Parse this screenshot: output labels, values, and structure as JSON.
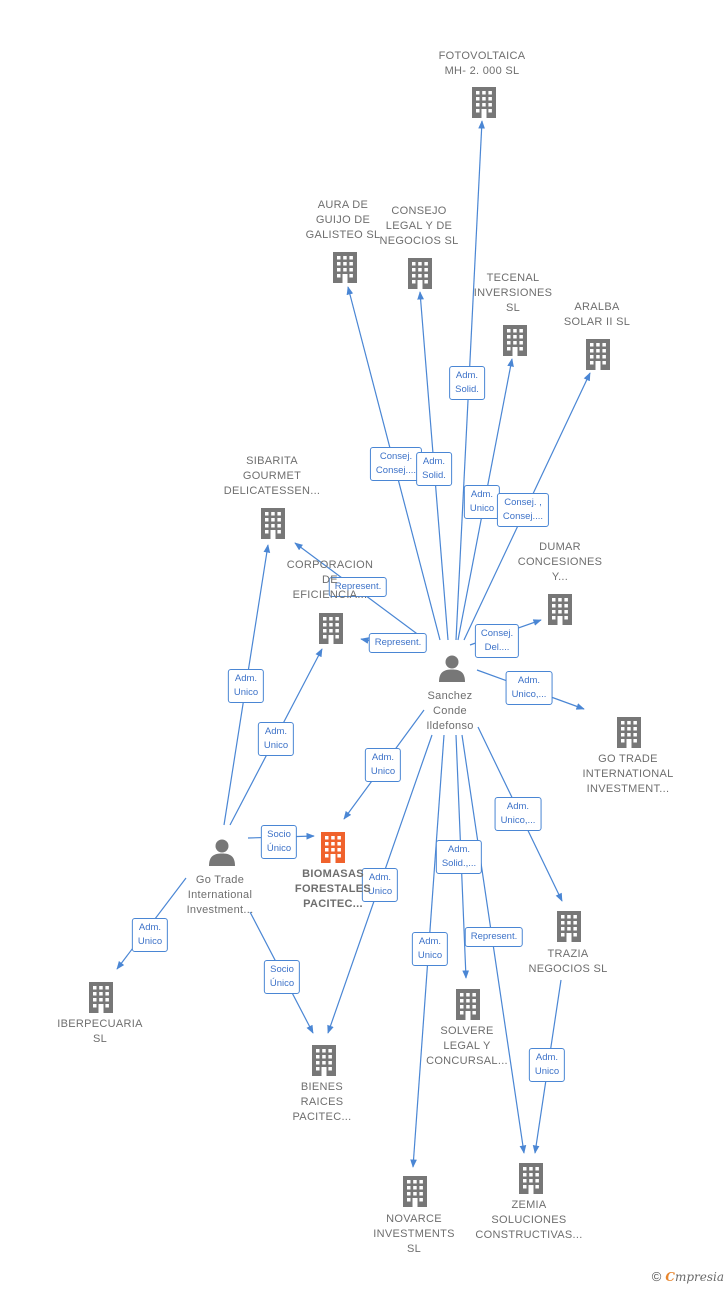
{
  "colors": {
    "edge": "#4a86d4",
    "company": "#777777",
    "company_focus": "#f0622c",
    "person": "#777777"
  },
  "nodes": [
    {
      "id": "fotovoltaica",
      "type": "company",
      "label": "FOTOVOLTAICA\nMH- 2. 000 SL"
    },
    {
      "id": "aura",
      "type": "company",
      "label": "AURA DE\nGUIJO DE\nGALISTEO SL"
    },
    {
      "id": "consejo",
      "type": "company",
      "label": "CONSEJO\nLEGAL Y DE\nNEGOCIOS  SL"
    },
    {
      "id": "tecenal",
      "type": "company",
      "label": "TECENAL\nINVERSIONES\nSL"
    },
    {
      "id": "aralba",
      "type": "company",
      "label": "ARALBA\nSOLAR II SL"
    },
    {
      "id": "sibarita",
      "type": "company",
      "label": "SIBARITA\nGOURMET\nDELICATESSEN..."
    },
    {
      "id": "corporacion",
      "type": "company",
      "label": "CORPORACION\nDE\nEFICIENCIA..."
    },
    {
      "id": "dumar",
      "type": "company",
      "label": "DUMAR\nCONCESIONES\nY..."
    },
    {
      "id": "sanchez",
      "type": "person",
      "label": "Sanchez\nConde\nIldefonso"
    },
    {
      "id": "gotrade_sl",
      "type": "company",
      "label": "GO TRADE\nINTERNATIONAL\nINVESTMENT..."
    },
    {
      "id": "biomasa",
      "type": "company_focus",
      "label": "BIOMASAS\nFORESTALES\nPACITEC..."
    },
    {
      "id": "gotrade_person",
      "type": "person",
      "label": "Go Trade\nInternational\nInvestment..."
    },
    {
      "id": "trazia",
      "type": "company",
      "label": "TRAZIA\nNEGOCIOS  SL"
    },
    {
      "id": "iberpecuaria",
      "type": "company",
      "label": "IBERPECUARIA\nSL"
    },
    {
      "id": "solvere",
      "type": "company",
      "label": "SOLVERE\nLEGAL Y\nCONCURSAL..."
    },
    {
      "id": "bienes",
      "type": "company",
      "label": "BIENES\nRAICES\nPACITEC..."
    },
    {
      "id": "novarce",
      "type": "company",
      "label": "NOVARCE\nINVESTMENTS\nSL"
    },
    {
      "id": "zemia",
      "type": "company",
      "label": "ZEMIA\nSOLUCIONES\nCONSTRUCTIVAS..."
    }
  ],
  "edges": [
    {
      "from": "sanchez",
      "to": "fotovoltaica",
      "label": "Adm.\nSolid."
    },
    {
      "from": "sanchez",
      "to": "aura",
      "label": "Consej.\nConsej...."
    },
    {
      "from": "sanchez",
      "to": "consejo",
      "label": "Adm.\nSolid."
    },
    {
      "from": "sanchez",
      "to": "tecenal",
      "label": "Adm.\nUnico"
    },
    {
      "from": "sanchez",
      "to": "aralba",
      "label": "Consej. ,\nConsej...."
    },
    {
      "from": "sanchez",
      "to": "sibarita",
      "label": "Represent."
    },
    {
      "from": "sanchez",
      "to": "corporacion",
      "label": "Represent."
    },
    {
      "from": "sanchez",
      "to": "dumar",
      "label": "Consej.\nDel...."
    },
    {
      "from": "sanchez",
      "to": "gotrade_sl",
      "label": "Adm.\nUnico,..."
    },
    {
      "from": "sanchez",
      "to": "biomasa",
      "label": "Adm.\nUnico"
    },
    {
      "from": "sanchez",
      "to": "trazia",
      "label": "Adm.\nUnico,..."
    },
    {
      "from": "sanchez",
      "to": "solvere",
      "label": "Adm.\nSolid.,..."
    },
    {
      "from": "sanchez",
      "to": "bienes",
      "label": "Adm.\nUnico"
    },
    {
      "from": "sanchez",
      "to": "novarce",
      "label": "Adm.\nUnico"
    },
    {
      "from": "sanchez",
      "to": "zemia",
      "label": "Represent."
    },
    {
      "from": "gotrade_person",
      "to": "sibarita",
      "label": "Adm.\nUnico"
    },
    {
      "from": "gotrade_person",
      "to": "corporacion",
      "label": "Adm.\nUnico"
    },
    {
      "from": "gotrade_person",
      "to": "biomasa",
      "label": "Socio\nÚnico"
    },
    {
      "from": "gotrade_person",
      "to": "iberpecuaria",
      "label": "Adm.\nUnico"
    },
    {
      "from": "gotrade_person",
      "to": "bienes",
      "label": "Socio\nÚnico"
    },
    {
      "from": "trazia",
      "to": "zemia",
      "label": "Adm.\nUnico"
    }
  ],
  "footer": {
    "copyright": "©",
    "brand_first": "C",
    "brand_rest": "mpresia"
  }
}
